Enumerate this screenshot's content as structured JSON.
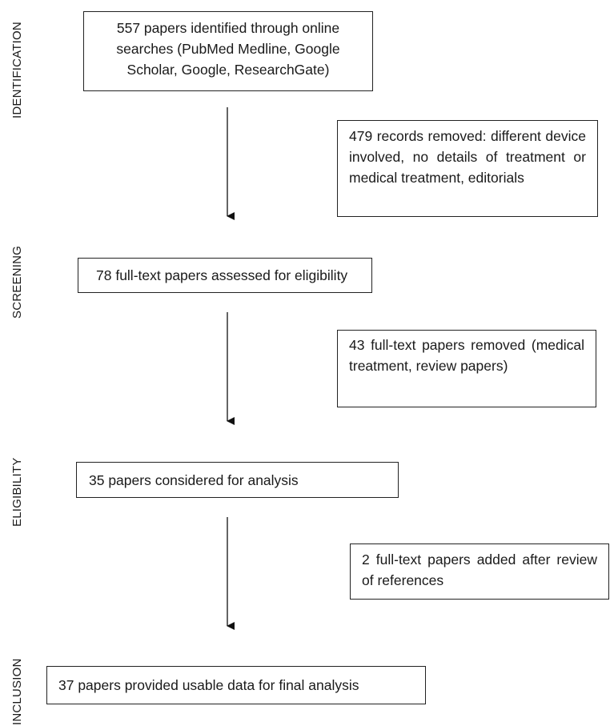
{
  "stages": {
    "identification": "IDENTIFICATION",
    "screening": "SCREENING",
    "eligibility": "ELIGIBILITY",
    "inclusion": "INCLUSION"
  },
  "boxes": {
    "identified": "557 papers identified through online searches (PubMed Medline, Google Scholar, Google, ResearchGate)",
    "records_removed": "479 records removed: different device involved, no details of treatment or medical treatment, editorials",
    "full_text_assessed": "78 full-text papers assessed for eligibility",
    "full_text_removed": "43 full-text papers removed (medical treatment, review papers)",
    "considered": "35 papers considered for analysis",
    "added": "2 full-text papers added after review of references",
    "included": "37 papers provided usable data for final analysis"
  }
}
